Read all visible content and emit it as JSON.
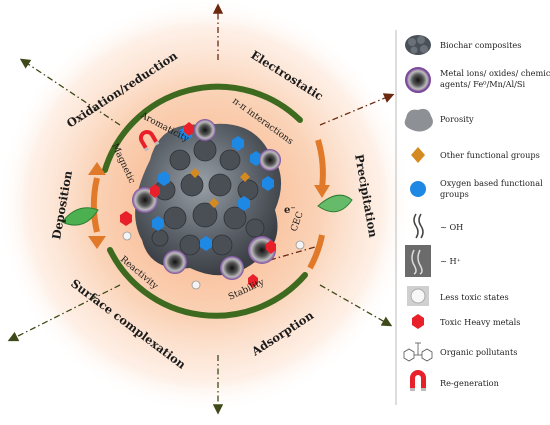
{
  "ring_labels": {
    "oxidation": "Oxidation/reduction",
    "electrostatic": "Electrostatic",
    "deposition": "Deposition",
    "precipitation": "Precipitation",
    "surface": "Surface complexation",
    "adsorption": "Adsorption"
  },
  "inner_labels": {
    "aromaticity": "Aromaticity",
    "pi_pi": "π-π interactions",
    "magnetic": "Magnetic",
    "cec": "CEC",
    "reactivity": "Reactivity",
    "stability": "Stability",
    "electron": "e⁻"
  },
  "legend": [
    {
      "icon": "biochar-composite-icon",
      "label": "Biochar composites"
    },
    {
      "icon": "metal-ion-icon",
      "label": "Metal ions/ oxides/ chemical"
    },
    {
      "icon": "metal-ion-icon-line2",
      "label": "agents/ Fe⁰/Mn/Al/Si"
    },
    {
      "icon": "porosity-icon",
      "label": "Porosity"
    },
    {
      "icon": "functional-group-icon",
      "label": "Other functional groups"
    },
    {
      "icon": "oxygen-group-icon",
      "label": "Oxygen based functional"
    },
    {
      "icon": "oxygen-group-icon-line2",
      "label": "groups"
    },
    {
      "icon": "oh-icon",
      "label": "~ OH"
    },
    {
      "icon": "h-plus-icon",
      "label": "~ H⁺"
    },
    {
      "icon": "less-toxic-icon",
      "label": "Less toxic states"
    },
    {
      "icon": "heavy-metal-icon",
      "label": "Toxic Heavy metals"
    },
    {
      "icon": "organic-pollutant-icon",
      "label": "Organic pollutants"
    },
    {
      "icon": "regeneration-icon",
      "label": "Re-generation"
    }
  ],
  "colors": {
    "ring_green": "#3d6a1f",
    "ring_orange": "#e07a2a",
    "glow": "#f6b98f",
    "dash_arrow": "#6b2a10",
    "oxygen_blue": "#1e88e5",
    "diamond": "#d48a1e",
    "metal_purple": "#7b4a9c",
    "toxic_red": "#e8202a"
  }
}
